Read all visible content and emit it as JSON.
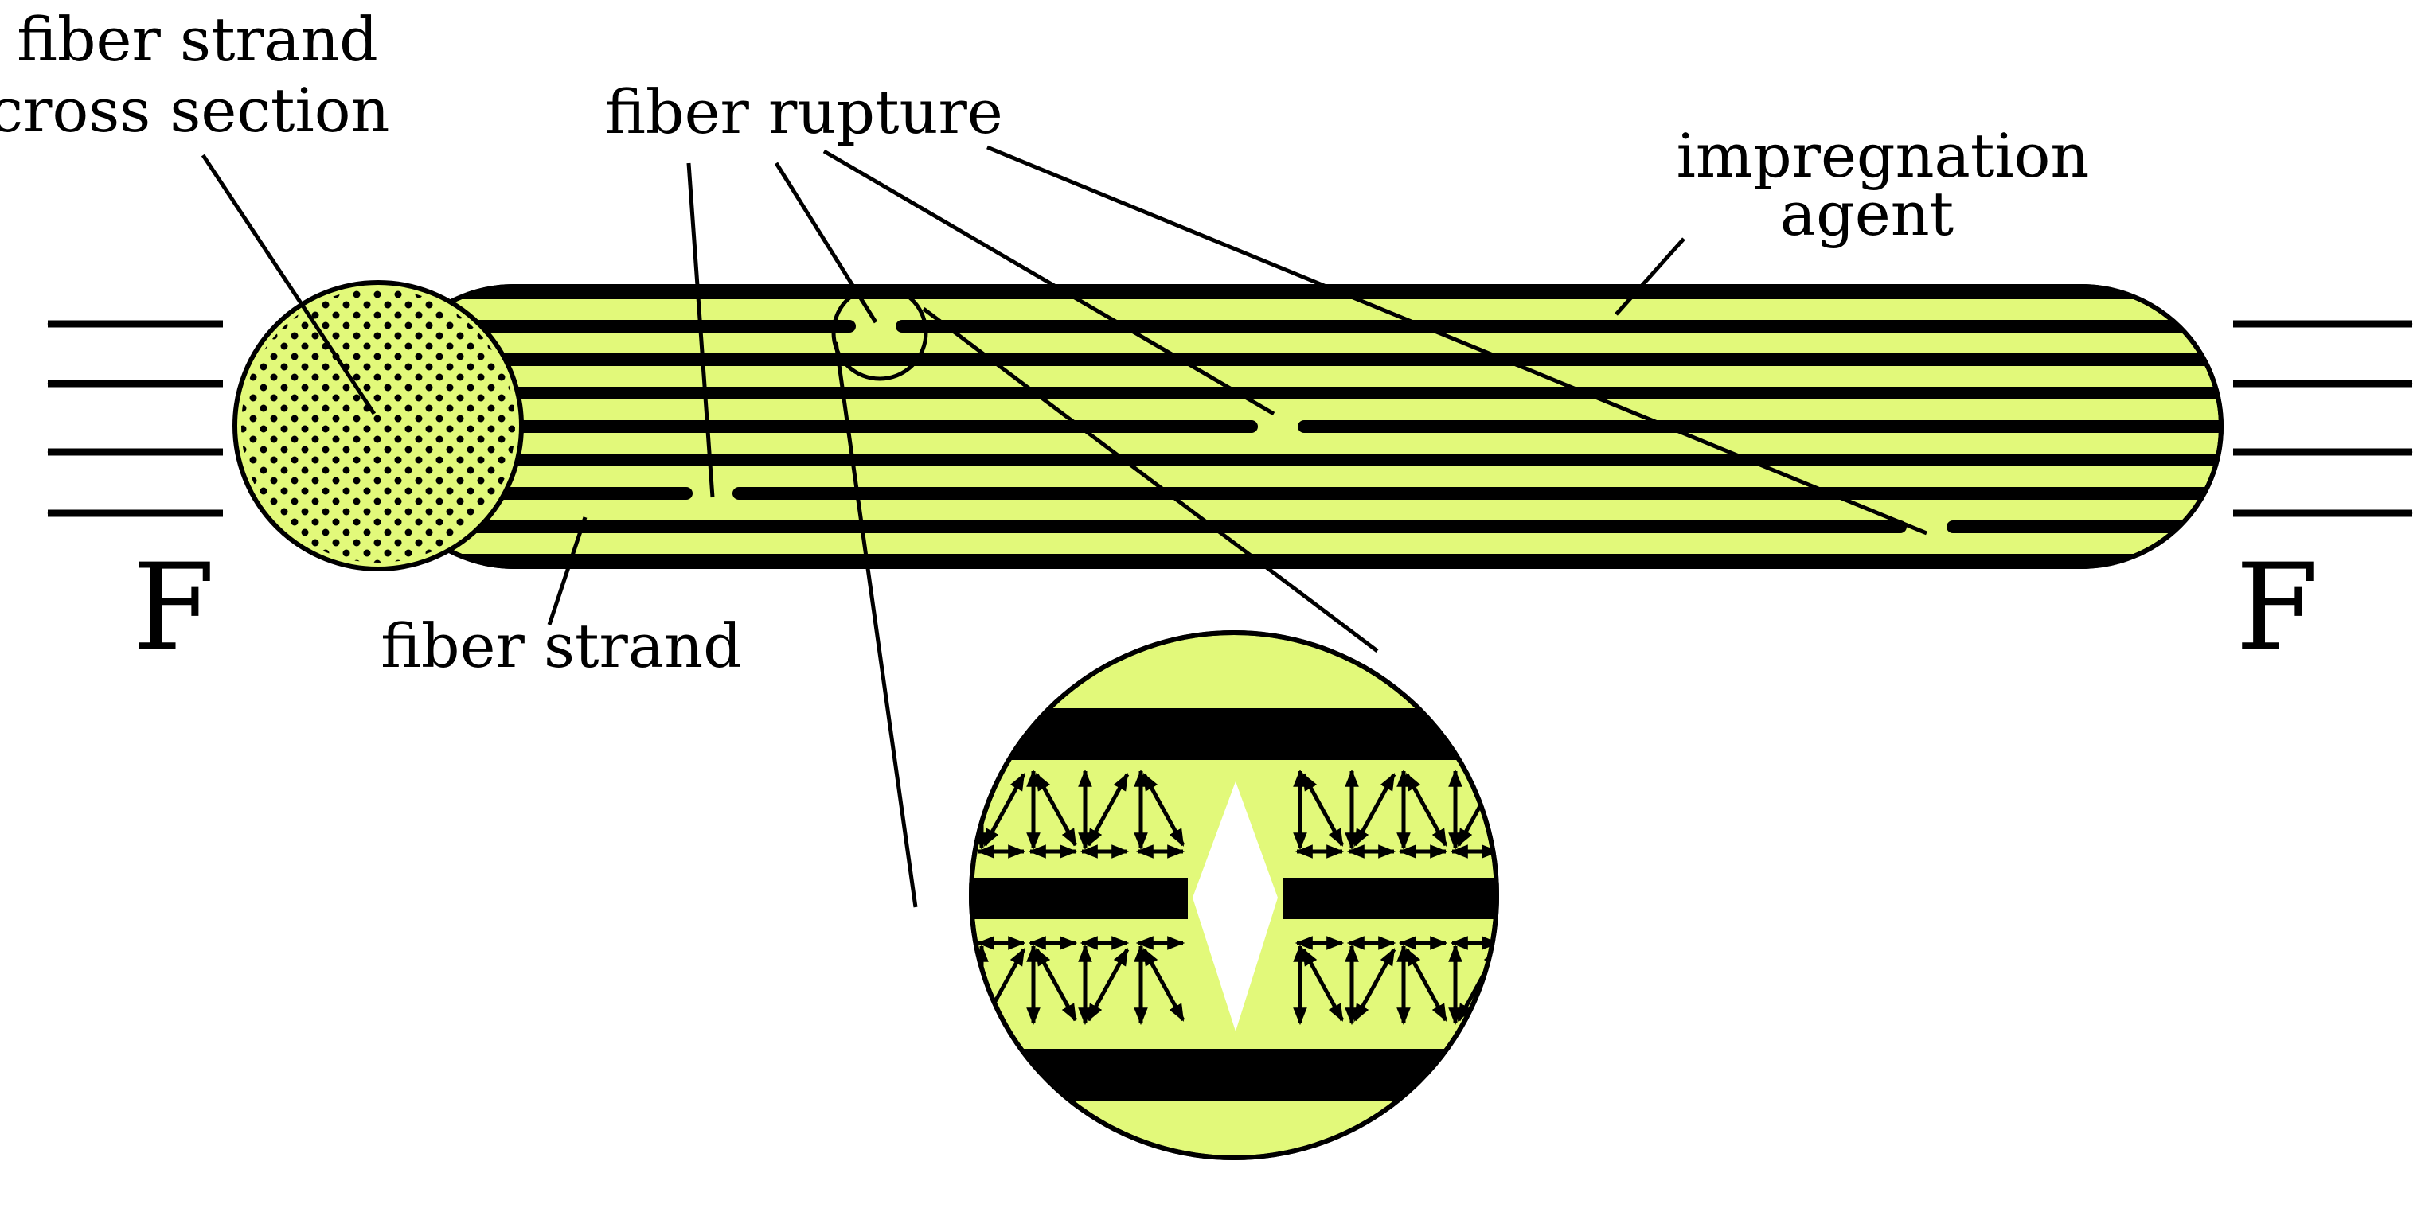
{
  "labels": {
    "cross_section_line1": "fiber strand",
    "cross_section_line2": "cross section",
    "fiber_rupture": "fiber rupture",
    "impregnation_line1": "impregnation",
    "impregnation_line2": "agent",
    "fiber_strand": "fiber strand",
    "force_left": "F",
    "force_right": "F"
  },
  "colors": {
    "matrix": "#e2f97a",
    "fiber": "#000000",
    "background": "#ffffff"
  }
}
